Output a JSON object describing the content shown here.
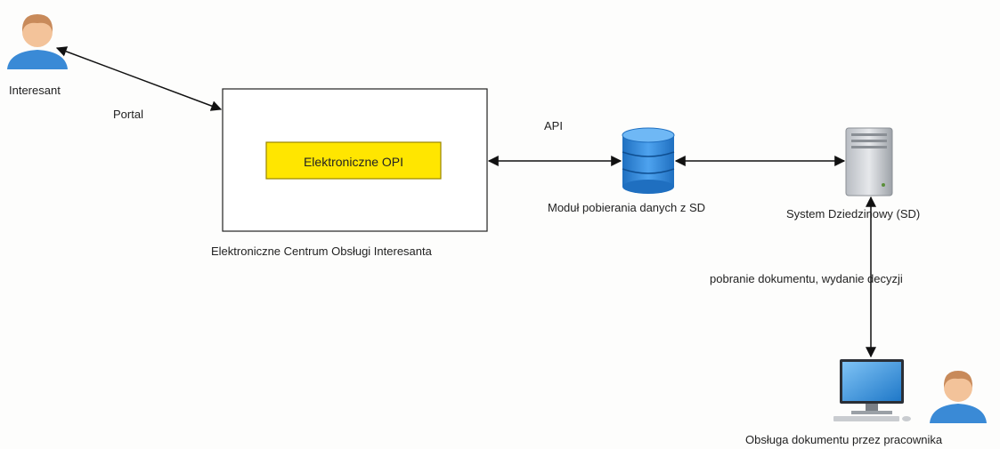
{
  "nodes": {
    "interesant": {
      "label": "Interesant"
    },
    "ecoi": {
      "label": "Elektroniczne Centrum Obsługi Interesanta"
    },
    "opi": {
      "label": "Elektroniczne OPI"
    },
    "module": {
      "label": "Moduł pobierania danych z SD"
    },
    "sd": {
      "label": "System Dziedzinowy (SD)"
    },
    "worker": {
      "label": "Obsługa dokumentu przez pracownika"
    }
  },
  "edges": {
    "portal": {
      "label": "Portal"
    },
    "api": {
      "label": "API"
    },
    "docs": {
      "label": "pobranie dokumentu, wydanie decyzji"
    }
  },
  "colors": {
    "opi_fill": "#ffe600",
    "opi_border": "#a08a00",
    "db_blue": "#2a7fd4",
    "person_skin": "#f3c39a",
    "person_hair": "#c88a5a",
    "person_shirt": "#3a8ad6",
    "arrow": "#111111"
  }
}
